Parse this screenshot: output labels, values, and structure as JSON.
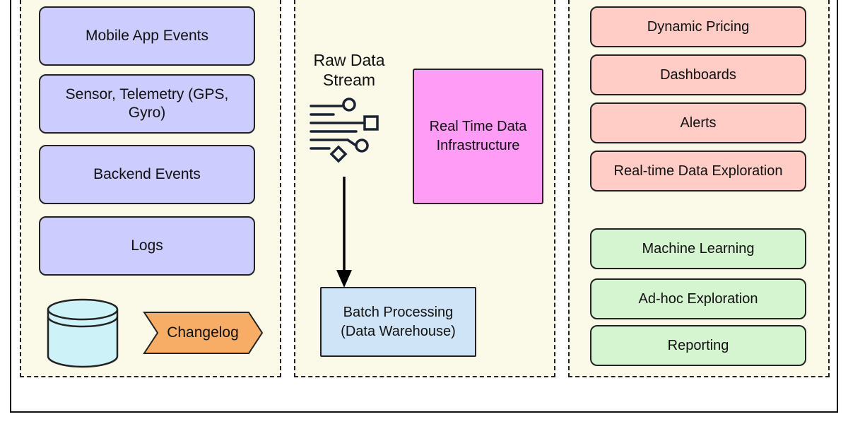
{
  "sources": [
    {
      "label": "Mobile App Events"
    },
    {
      "label": "Sensor, Telemetry (GPS, Gyro)"
    },
    {
      "label": "Backend Events"
    },
    {
      "label": "Logs"
    }
  ],
  "changelog": {
    "label": "Changelog"
  },
  "stream": {
    "label": "Raw Data\nStream"
  },
  "realtime_infra": {
    "label": "Real Time Data Infrastructure"
  },
  "batch": {
    "label": "Batch Processing (Data Warehouse)"
  },
  "realtime_uses": [
    {
      "label": "Dynamic Pricing"
    },
    {
      "label": "Dashboards"
    },
    {
      "label": "Alerts"
    },
    {
      "label": "Real-time Data Exploration"
    }
  ],
  "batch_uses": [
    {
      "label": "Machine Learning"
    },
    {
      "label": "Ad-hoc Exploration"
    },
    {
      "label": "Reporting"
    }
  ],
  "colors": {
    "source": "#ccccff",
    "realtime_use": "#ffccc6",
    "batch_use": "#d5f5d1",
    "infra": "#ff9cf6",
    "warehouse": "#cfe4f7",
    "changelog": "#f8ad66",
    "database": "#cdf2f8",
    "panel": "#fbf9e8"
  },
  "icons": [
    "database-icon",
    "data-stream-icon",
    "arrow-down-icon",
    "changelog-arrow-shape"
  ]
}
